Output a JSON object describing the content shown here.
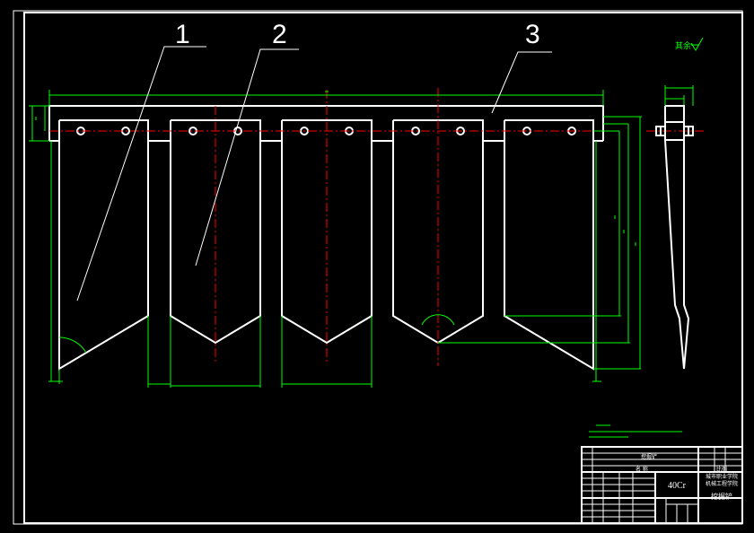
{
  "drawing": {
    "part_callouts": [
      "1",
      "2",
      "3"
    ],
    "surface_finish_note": "其余",
    "colors": {
      "background": "#000000",
      "outline": "#ffffff",
      "dimension": "#00ff00",
      "centerline": "#ff0000",
      "text": "#ffffff"
    }
  },
  "title_block": {
    "material": "40Cr",
    "part_name": "挖掘铲",
    "institution_line1": "城市职业学院",
    "institution_line2": "机械工程学院",
    "name_label": "名 称",
    "part_name_small": "挖掘铲",
    "scale_label": "比例"
  }
}
